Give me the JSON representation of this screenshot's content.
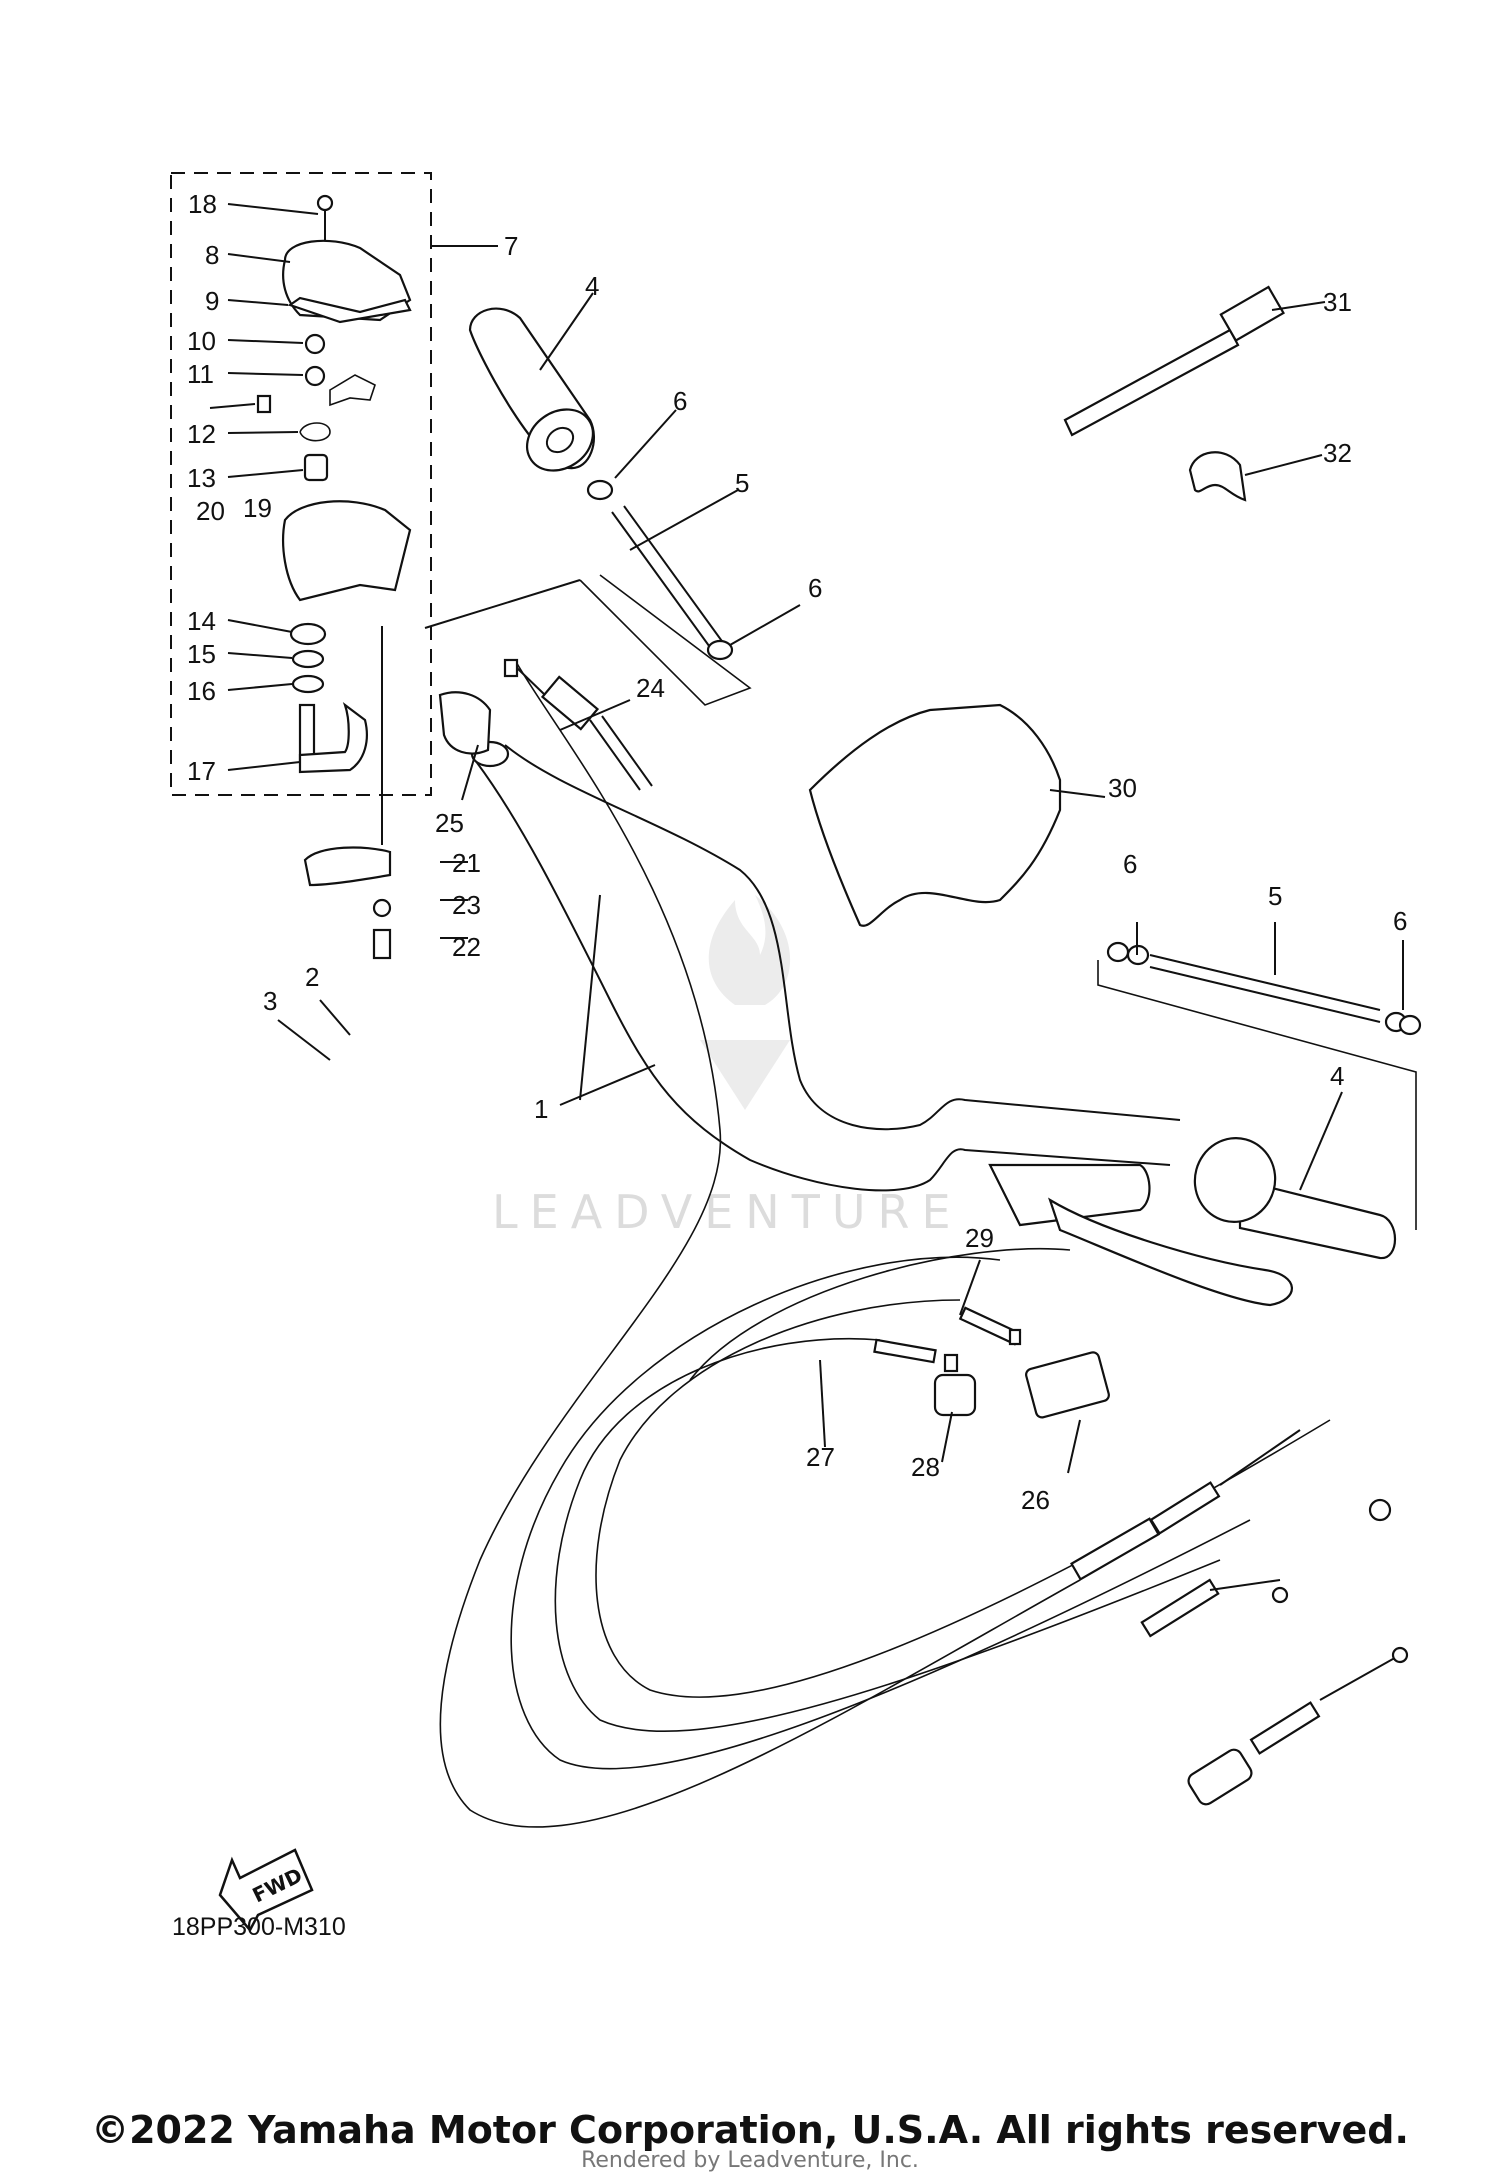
{
  "diagram_code": "18PP300-M310",
  "watermark": "LEADVENTURE",
  "fwd_label": "FWD",
  "copyright": "©2022 Yamaha Motor Corporation, U.S.A. All rights reserved.",
  "rendered_by": "Rendered by Leadventure, Inc.",
  "callouts": {
    "c1": "1",
    "c2": "2",
    "c3": "3",
    "c4a": "4",
    "c4b": "4",
    "c5a": "5",
    "c5b": "5",
    "c6a": "6",
    "c6b": "6",
    "c6c": "6",
    "c6d": "6",
    "c7": "7",
    "c8": "8",
    "c9": "9",
    "c10": "10",
    "c11": "11",
    "c12": "12",
    "c13": "13",
    "c14": "14",
    "c15": "15",
    "c16": "16",
    "c17": "17",
    "c18": "18",
    "c19": "19",
    "c20": "20",
    "c21": "21",
    "c22": "22",
    "c23": "23",
    "c24": "24",
    "c25": "25",
    "c26": "26",
    "c27": "27",
    "c28": "28",
    "c29": "29",
    "c30": "30",
    "c31": "31",
    "c32": "32"
  }
}
